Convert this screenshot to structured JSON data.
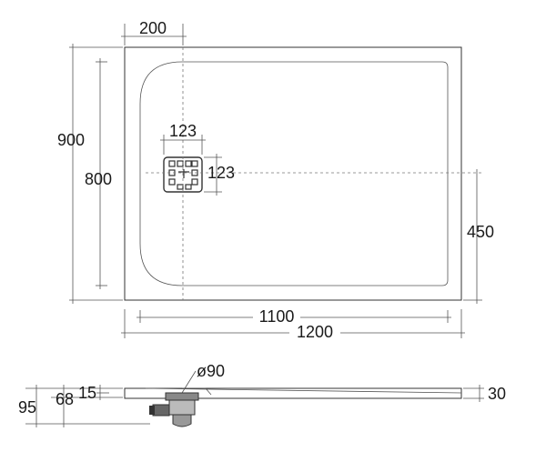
{
  "plan": {
    "dim_width_offset": "200",
    "dim_total_height": "900",
    "dim_inner_height": "800",
    "dim_drain_width": "123",
    "dim_drain_height": "123",
    "dim_drain_center": "450",
    "dim_inner_width": "1100",
    "dim_total_width": "1200"
  },
  "section": {
    "dim_overall_depth": "95",
    "dim_outlet_depth": "68",
    "dim_tray_thickness": "15",
    "dim_drain_diameter": "ø90",
    "dim_edge_height": "30"
  }
}
